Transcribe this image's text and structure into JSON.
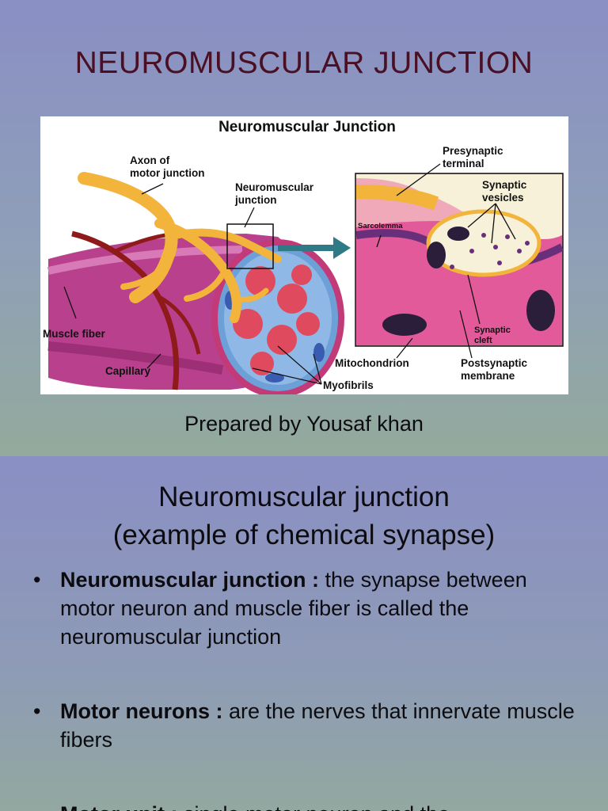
{
  "slide1": {
    "title": "NEUROMUSCULAR JUNCTION",
    "figure": {
      "heading": "Neuromuscular Junction",
      "labels": {
        "axon_line1": "Axon of",
        "axon_line2": "motor junction",
        "nmj_line1": "Neuromuscular",
        "nmj_line2": "junction",
        "muscle_fiber": "Muscle fiber",
        "capillary": "Capillary",
        "presynaptic_line1": "Presynaptic",
        "presynaptic_line2": "terminal",
        "vesicles_line1": "Synaptic",
        "vesicles_line2": "vesicles",
        "sarcolemma": "Sarcolemma",
        "cleft_line1": "Synaptic",
        "cleft_line2": "cleft",
        "mitochondrion": "Mitochondrion",
        "postsynaptic_line1": "Postsynaptic",
        "postsynaptic_line2": "membrane",
        "myofibrils": "Myofibrils"
      }
    },
    "credit": "Prepared by Yousaf khan"
  },
  "slide2": {
    "title_line1": "Neuromuscular junction",
    "title_line2": "(example of chemical synapse)",
    "bullet_char": "•",
    "bullets": [
      {
        "term": "Neuromuscular junction :",
        "text": " the synapse between motor neuron and muscle fiber is called the neuromuscular junction"
      },
      {
        "term": "Motor neurons :",
        "text": " are the nerves that innervate muscle fibers"
      },
      {
        "term": "Motor unit :",
        "text": " single motor neuron and the"
      }
    ]
  }
}
